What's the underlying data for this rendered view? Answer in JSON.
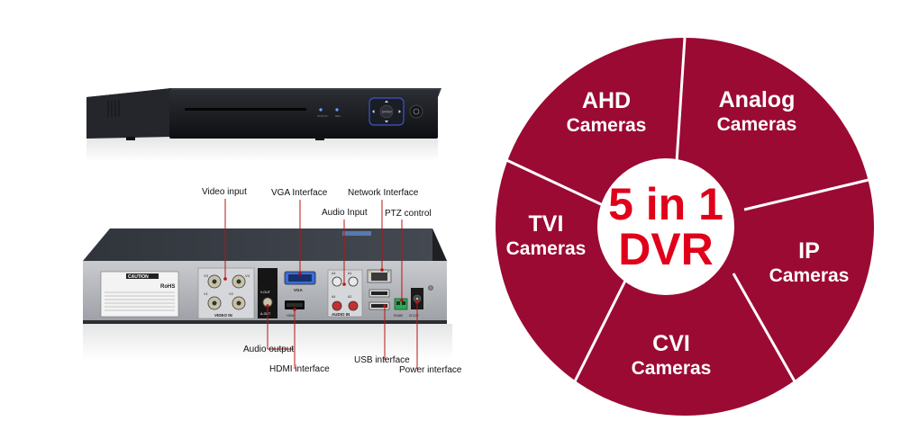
{
  "colors": {
    "wheel": "#9b0a33",
    "wheel_text": "#ffffff",
    "center_fill": "#ffffff",
    "center_text": "#e0001a",
    "device_body": "#2a2d33",
    "callout_line": "#b81414"
  },
  "callouts": {
    "video_input": "Video input",
    "vga_interface": "VGA Interface",
    "network_interface": "Network Interface",
    "audio_input": "Audio Input",
    "ptz_control": "PTZ control",
    "audio_output": "Audio output",
    "hdmi_interface": "HDMI interface",
    "usb_interface": "USB interface",
    "power_interface": "Power interface"
  },
  "panel_labels": {
    "caution": "CAUTION",
    "rohs": "RoHS",
    "video_in": "VIDEO IN",
    "audio_in": "AUDIO IN",
    "vga": "VGA",
    "hdmi": "HDMI",
    "v_out": "V-OUT",
    "a_out": "A-OUT",
    "v1": "V1",
    "v2": "V2",
    "v3": "V3",
    "v4": "V4",
    "a1": "A1",
    "a2": "A2",
    "a3": "A3",
    "a4": "A4",
    "rs485": "RS485",
    "dc12v": "DC12V",
    "front_enter": "ENTER",
    "front_status": "STATUS",
    "front_rec": "REC"
  },
  "wheel": {
    "center_line1": "5 in 1",
    "center_line2": "DVR",
    "segments": [
      {
        "line1": "AHD",
        "line2": "Cameras"
      },
      {
        "line1": "Analog",
        "line2": "Cameras"
      },
      {
        "line1": "IP",
        "line2": "Cameras"
      },
      {
        "line1": "CVI",
        "line2": "Cameras"
      },
      {
        "line1": "TVI",
        "line2": "Cameras"
      }
    ]
  }
}
